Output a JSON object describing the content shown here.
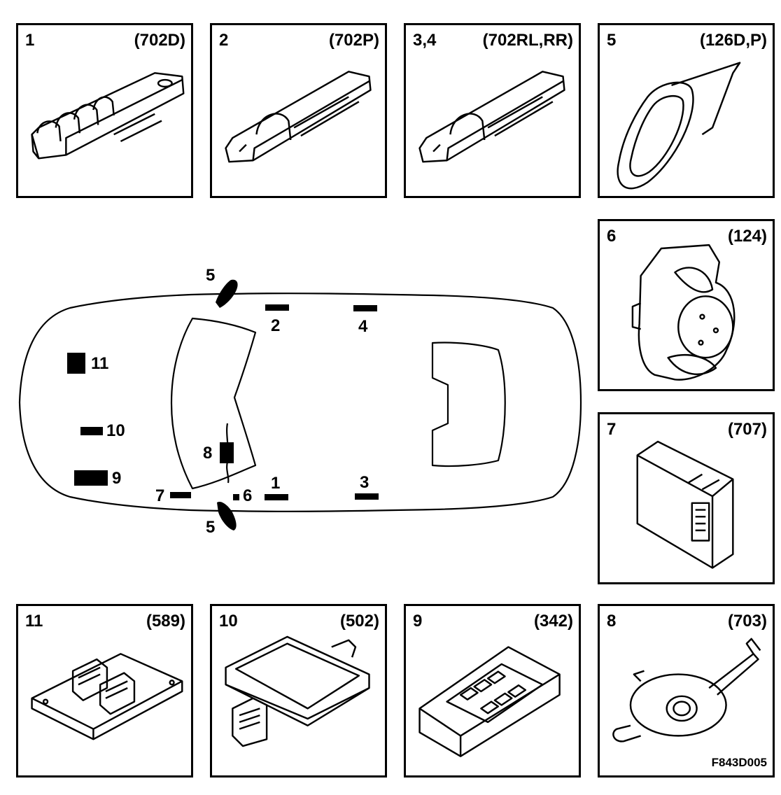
{
  "panels": {
    "p1": {
      "num": "1",
      "code": "(702D)"
    },
    "p2": {
      "num": "2",
      "code": "(702P)"
    },
    "p34": {
      "num": "3,4",
      "code": "(702RL,RR)"
    },
    "p5": {
      "num": "5",
      "code": "(126D,P)"
    },
    "p6": {
      "num": "6",
      "code": "(124)"
    },
    "p7": {
      "num": "7",
      "code": "(707)"
    },
    "p11": {
      "num": "11",
      "code": "(589)"
    },
    "p10": {
      "num": "10",
      "code": "(502)"
    },
    "p9": {
      "num": "9",
      "code": "(342)"
    },
    "p8": {
      "num": "8",
      "code": "(703)"
    }
  },
  "car_labels": {
    "mirror_left": "5",
    "mirror_right": "5",
    "switch_2": "2",
    "switch_4": "4",
    "switch_1": "1",
    "switch_3": "3",
    "module_11": "11",
    "module_10": "10",
    "module_9": "9",
    "module_8": "8",
    "module_7": "7",
    "module_6": "6"
  },
  "document_id": "F843D005"
}
